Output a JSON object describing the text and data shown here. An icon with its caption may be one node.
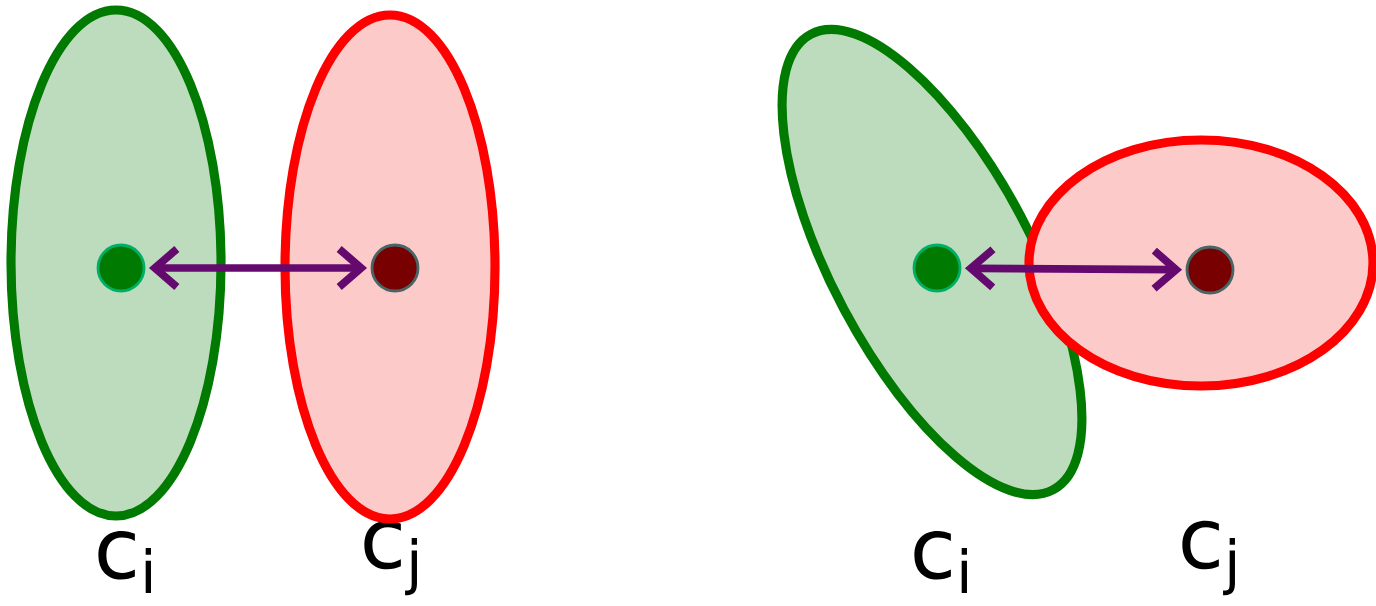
{
  "diagram": {
    "nodes": [
      {
        "text": [
          "c$_{i}$"
        ]
      },
      {
        "text": [],
        "shape": "circle",
        "in": 0
      },
      {
        "text": [
          "c$_{j}$"
        ]
      },
      {
        "text": [],
        "shape": "circle",
        "in": 2
      },
      {
        "text": [
          "c$_{i}$"
        ]
      },
      {
        "text": [],
        "shape": "circle",
        "in": 4
      },
      {
        "text": [
          "c$_{j}$"
        ]
      },
      {
        "text": [],
        "shape": "circle",
        "in": 6
      }
    ],
    "edges": [
      {
        "from": 1,
        "to": 3,
        "arrow": "both"
      },
      {
        "from": 5,
        "to": 7,
        "arrow": "both"
      }
    ]
  }
}
